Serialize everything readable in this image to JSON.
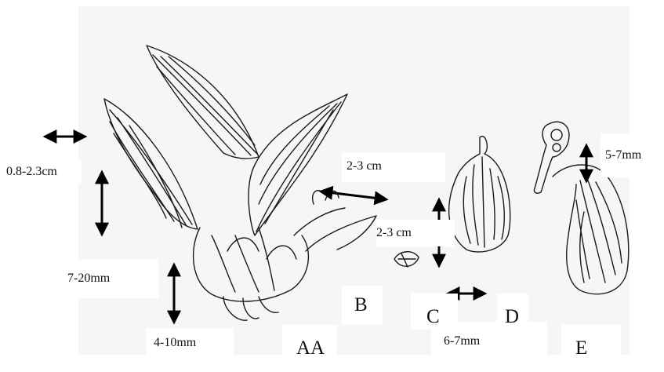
{
  "colors": {
    "ink": "#1a1a1a",
    "paper": "#f6f6f4",
    "label_bg": "#ffffff"
  },
  "dimensions": {
    "leaf_width": "0.8-2.3cm",
    "leaf_length_a": "2-3 cm",
    "leaf_length_b": "2-3 cm",
    "petal_length": "7-20mm",
    "sheath_length": "4-10mm",
    "lip_width": "6-7mm",
    "column_length": "5-7mm"
  },
  "panels": {
    "a": "AA",
    "b": "B",
    "c": "C",
    "d": "D",
    "e": "E"
  }
}
